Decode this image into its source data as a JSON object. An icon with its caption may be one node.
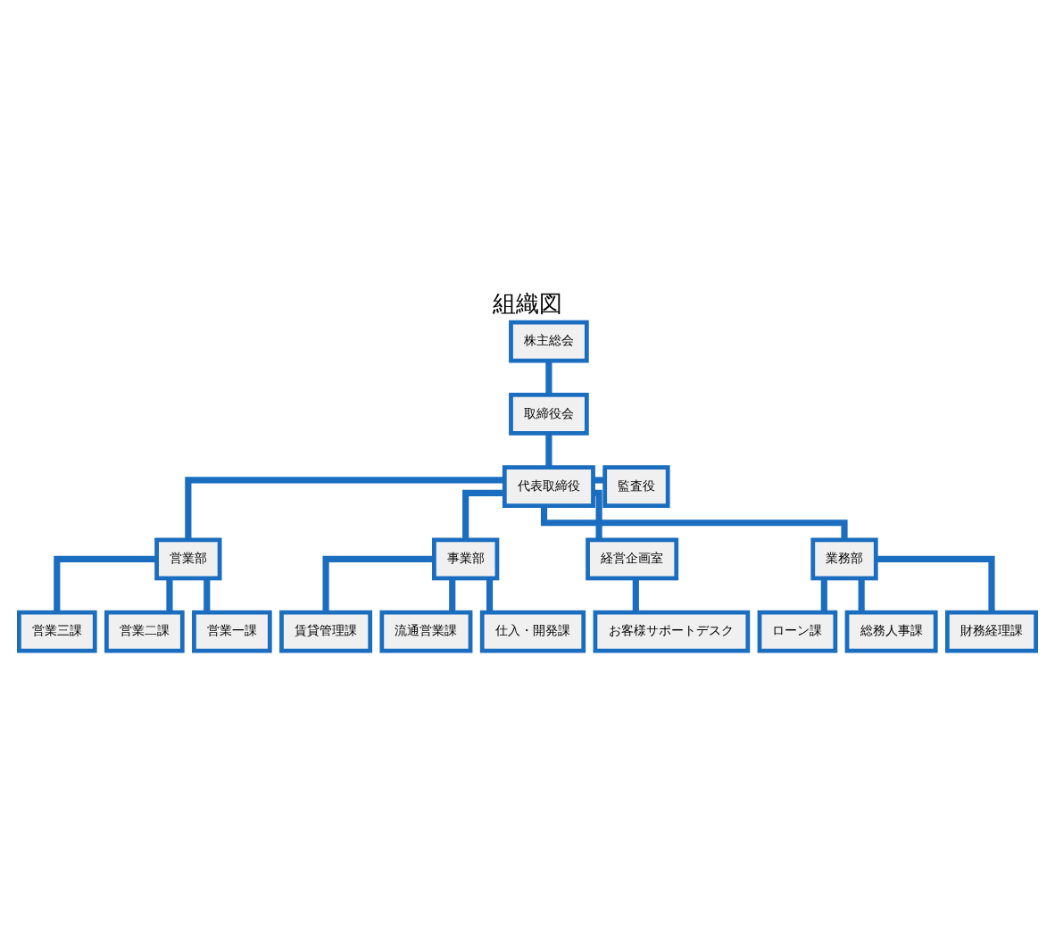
{
  "diagram": {
    "title": "組織図",
    "nodes": [
      {
        "text": [
          "株主総会"
        ]
      },
      {
        "text": [
          "取締役会"
        ]
      },
      {
        "text": [
          "代表取締役"
        ]
      },
      {
        "text": [
          "監査役"
        ]
      },
      {
        "text": [
          "営業部"
        ]
      },
      {
        "text": [
          "事業部"
        ]
      },
      {
        "text": [
          "経営企画室"
        ]
      },
      {
        "text": [
          "業務部"
        ]
      },
      {
        "text": [
          "営業三課"
        ]
      },
      {
        "text": [
          "営業二課"
        ]
      },
      {
        "text": [
          "営業一課"
        ]
      },
      {
        "text": [
          "賃貸管理課"
        ]
      },
      {
        "text": [
          "流通営業課"
        ]
      },
      {
        "text": [
          "仕入・開発課"
        ]
      },
      {
        "text": [
          "お客様サポートデスク"
        ]
      },
      {
        "text": [
          "ローン課"
        ]
      },
      {
        "text": [
          "総務人事課"
        ]
      },
      {
        "text": [
          "財務経理課"
        ]
      }
    ],
    "edges": [
      {
        "from": 0,
        "to": 1,
        "arrow": "none"
      },
      {
        "from": 1,
        "to": 2,
        "arrow": "none"
      },
      {
        "from": 2,
        "to": 3,
        "arrow": "none"
      },
      {
        "from": 2,
        "to": 4,
        "arrow": "none"
      },
      {
        "from": 2,
        "to": 5,
        "arrow": "none"
      },
      {
        "from": 2,
        "to": 6,
        "arrow": "none"
      },
      {
        "from": 2,
        "to": 7,
        "arrow": "none"
      },
      {
        "from": 4,
        "to": 8,
        "arrow": "none"
      },
      {
        "from": 4,
        "to": 9,
        "arrow": "none"
      },
      {
        "from": 4,
        "to": 10,
        "arrow": "none"
      },
      {
        "from": 5,
        "to": 11,
        "arrow": "none"
      },
      {
        "from": 5,
        "to": 12,
        "arrow": "none"
      },
      {
        "from": 5,
        "to": 13,
        "arrow": "none"
      },
      {
        "from": 6,
        "to": 14,
        "arrow": "none"
      },
      {
        "from": 7,
        "to": 15,
        "arrow": "none"
      },
      {
        "from": 7,
        "to": 16,
        "arrow": "none"
      },
      {
        "from": 7,
        "to": 17,
        "arrow": "none"
      }
    ]
  }
}
